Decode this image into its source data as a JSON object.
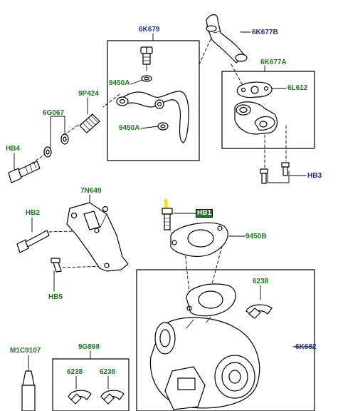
{
  "labels": {
    "p6K679": "6K679",
    "p6K677B": "6K677B",
    "p6K677A": "6K677A",
    "p6L612": "6L612",
    "p9450A_top": "9450A",
    "p9450A_bottom": "9450A",
    "p9P424": "9P424",
    "p6G067": "6G067",
    "pHB4": "HB4",
    "pHB3": "HB3",
    "p7N649": "7N649",
    "pHB2": "HB2",
    "pHB5": "HB5",
    "pHB1": "HB1",
    "p9450B": "9450B",
    "p6238_right": "6238",
    "p6K682": "6K682",
    "p1C9107": "M1C9107",
    "p9G898": "9G898",
    "p6238_left_a": "6238",
    "p6238_left_b": "6238"
  },
  "colors": {
    "part_green": "#1a7a1a",
    "part_blue": "#1a2f9a",
    "highlight_fill": "#1f7a1f",
    "highlight_bolt": "#f5e800"
  }
}
